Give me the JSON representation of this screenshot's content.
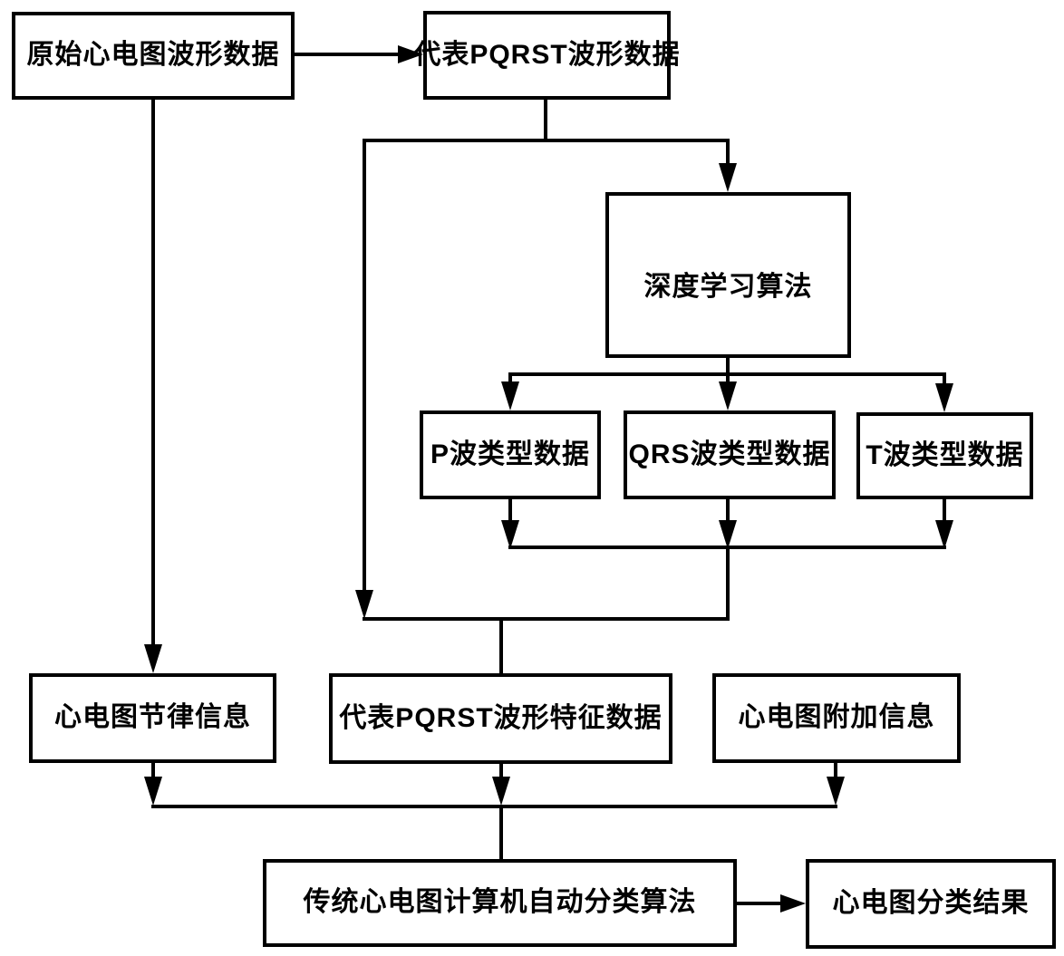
{
  "nodes": {
    "raw_ecg": {
      "label": "原始心电图波形数据"
    },
    "pqrst_waveform": {
      "label": "代表PQRST波形数据"
    },
    "deep_learning": {
      "label": "深度学习算法"
    },
    "p_wave": {
      "label": "P波类型数据"
    },
    "qrs_wave": {
      "label": "QRS波类型数据"
    },
    "t_wave": {
      "label": "T波类型数据"
    },
    "rhythm_info": {
      "label": "心电图节律信息"
    },
    "pqrst_features": {
      "label": "代表PQRST波形特征数据"
    },
    "additional_info": {
      "label": "心电图附加信息"
    },
    "traditional_algo": {
      "label": "传统心电图计算机自动分类算法"
    },
    "classification_result": {
      "label": "心电图分类结果"
    }
  },
  "colors": {
    "line": "#000000",
    "box_border": "#000000",
    "text": "#000000",
    "background": "#ffffff"
  }
}
